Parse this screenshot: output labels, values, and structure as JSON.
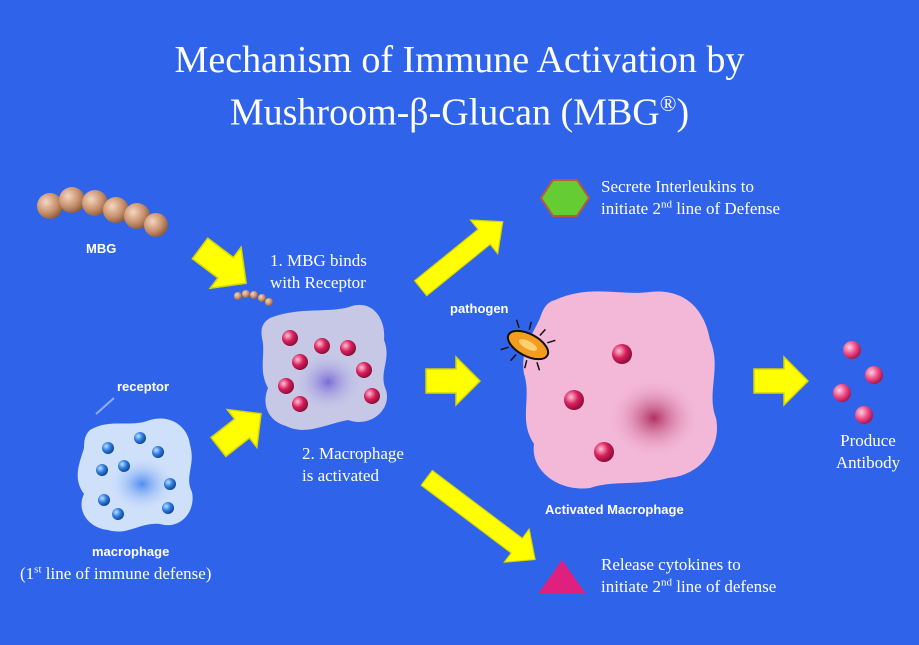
{
  "title": {
    "line1": "Mechanism of Immune Activation by",
    "line2_pre": "Mushroom-β-Glucan (MBG",
    "line2_sup": "®",
    "line2_post": ")"
  },
  "labels": {
    "mbg": "MBG",
    "receptor": "receptor",
    "macrophage": "macrophage",
    "first_line_pre": "(1",
    "first_line_sup": "st",
    "first_line_post": " line of immune defense)",
    "step1_line1": "1. MBG binds",
    "step1_line2": "with Receptor",
    "step2_line1": "2. Macrophage",
    "step2_line2": "is activated",
    "pathogen": "pathogen",
    "activated_macrophage": "Activated Macrophage",
    "interleukins_line1": "Secrete Interleukins to",
    "interleukins_line2_pre": "initiate 2",
    "interleukins_line2_sup": "nd",
    "interleukins_line2_post": " line of Defense",
    "cytokines_line1": "Release cytokines to",
    "cytokines_line2_pre": "initiate 2",
    "cytokines_line2_sup": "nd",
    "cytokines_line2_post": " line of defense",
    "produce": "Produce",
    "antibody": "Antibody"
  },
  "colors": {
    "background": "#2f64ea",
    "arrow": "#ffff00",
    "hexagon": "#66cc33",
    "triangle": "#e0207f",
    "granule": "#d81e5b",
    "antibody": "#f0508a",
    "resting_cell": "#cfe0fb",
    "activated_cell": "#f3b7d8",
    "mbg_chain": "#c89474"
  },
  "icons": [
    "mbg-chain-icon",
    "arrow-icon",
    "hexagon-icon",
    "triangle-icon",
    "pathogen-icon",
    "cell-icon",
    "antibody-icon"
  ]
}
